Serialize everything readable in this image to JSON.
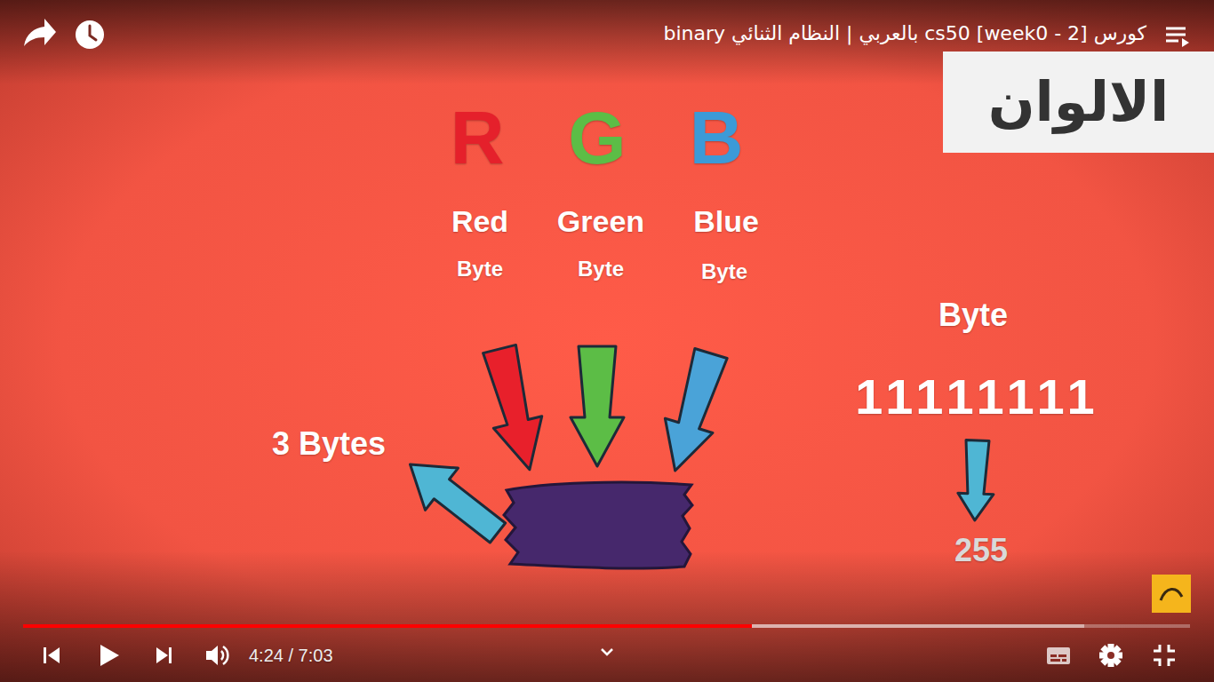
{
  "diagram": {
    "title": "كورس cs50 [week0 - 2] بالعربي | النظام الثنائي binary",
    "nodes": [
      {
        "text": [
          "الالوان"
        ]
      }
    ],
    "labels": [
      "R",
      "G",
      "B",
      "Red",
      "Green",
      "Blue",
      "Byte",
      "Byte",
      "Byte",
      "Byte",
      "11111111",
      "3 Bytes",
      "255",
      "4:24 / 7:03"
    ]
  }
}
